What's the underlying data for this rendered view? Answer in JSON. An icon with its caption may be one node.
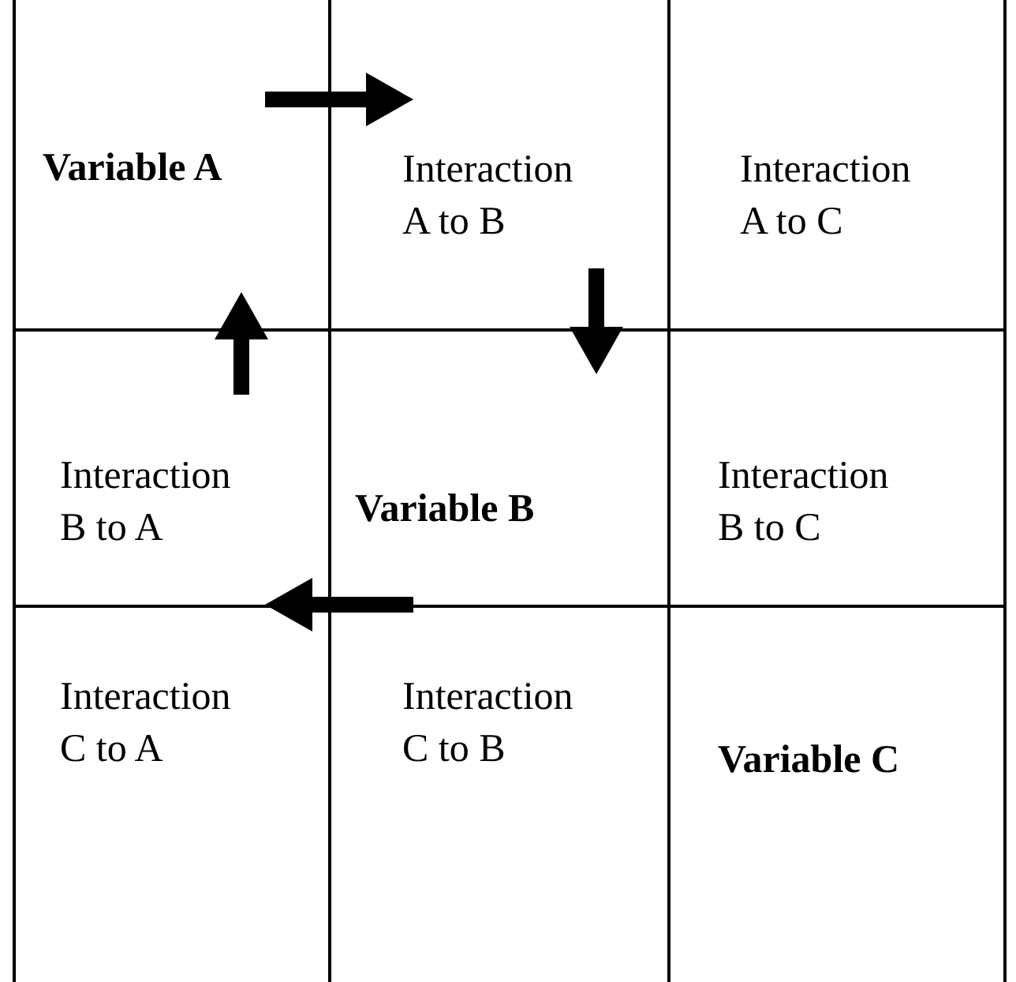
{
  "diagram": {
    "nodes": [
      {
        "text": [
          "Variable A"
        ]
      },
      {
        "text": [
          "Interaction A to B"
        ]
      },
      {
        "text": [
          "Interaction A to C"
        ]
      },
      {
        "text": [
          "Interaction B to A"
        ]
      },
      {
        "text": [
          "Variable B"
        ]
      },
      {
        "text": [
          "Interaction B to C"
        ]
      },
      {
        "text": [
          "Interaction C to A"
        ]
      },
      {
        "text": [
          "Interaction C to B"
        ]
      },
      {
        "text": [
          "Variable C"
        ]
      }
    ],
    "edges": [
      {
        "from": 0,
        "to": 1,
        "arrow": "to"
      },
      {
        "from": 1,
        "to": 4,
        "arrow": "to"
      },
      {
        "from": 4,
        "to": 3,
        "arrow": "to"
      },
      {
        "from": 3,
        "to": 0,
        "arrow": "to"
      }
    ]
  }
}
